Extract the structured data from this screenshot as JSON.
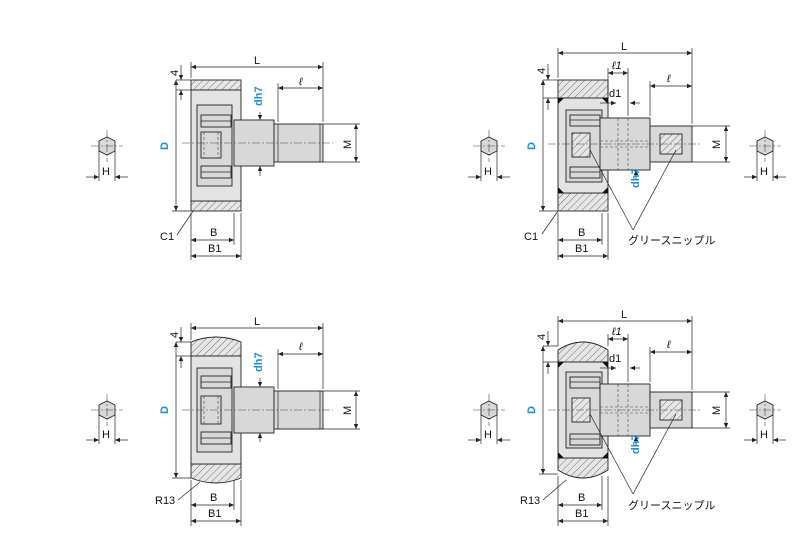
{
  "labels": {
    "L": "L",
    "ell": "ℓ",
    "ell1": "ℓ1",
    "four": "4",
    "D": "D",
    "M": "M",
    "H": "H",
    "B": "B",
    "B1": "B1",
    "d1": "d1",
    "dh7": "dh7",
    "C1": "C1",
    "R13": "R13",
    "grease_nipple": "グリースニップル"
  },
  "colors": {
    "accent_blue": "#1a8fd6",
    "line": "#222222",
    "fill": "#d8d8d8"
  }
}
